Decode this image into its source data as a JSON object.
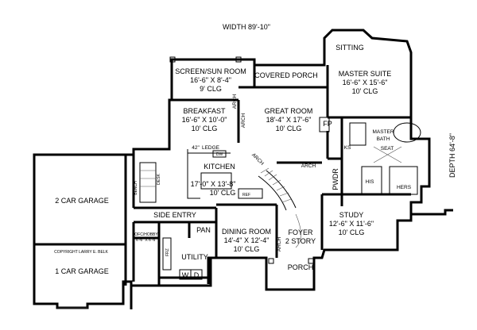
{
  "dimensions": {
    "width": "WIDTH  89'-10\"",
    "depth": "DEPTH  64'-8\""
  },
  "rooms": {
    "sitting": "SITTING",
    "master_suite": {
      "name": "MASTER SUITE",
      "size": "16'-6\" X 15'-6\"",
      "ceiling": "10' CLG"
    },
    "screen_sun": {
      "name": "SCREEN/SUN ROOM",
      "size": "16'-6\" X 8'-4\"",
      "ceiling": "9' CLG"
    },
    "covered_porch": "COVERED PORCH",
    "breakfast": {
      "name": "BREAKFAST",
      "size": "16'-6\" X 10'-0\"",
      "ceiling": "10' CLG"
    },
    "great_room": {
      "name": "GREAT ROOM",
      "size": "18'-4\" X 17'-6\"",
      "ceiling": "10' CLG"
    },
    "master_bath": {
      "name_line1": "MASTER",
      "name_line2": "BATH"
    },
    "kitchen": {
      "name": "KITCHEN",
      "size": "17'-0\" X 13'-8\"",
      "ceiling": "10' CLG"
    },
    "two_car_garage": "2 CAR GARAGE",
    "one_car_garage": "1 CAR GARAGE",
    "side_entry": "SIDE ENTRY",
    "dining": {
      "name": "DINING ROOM",
      "size": "14'-4\" X 12'-4\"",
      "ceiling": "10' CLG"
    },
    "foyer": {
      "name": "FOYER",
      "ceiling": "2 STORY"
    },
    "study": {
      "name": "STUDY",
      "size": "12'-6\" X 11'-6\"",
      "ceiling": "10' CLG"
    },
    "ofc_hobby": {
      "name": "OFC/HOBBY",
      "size": "6'-6\" X 6'-6\""
    },
    "utility": "UTILITY",
    "porch": "PORCH",
    "pan": "PAN",
    "pwdr": "PWDR"
  },
  "labels": {
    "arch_great": "ARCH",
    "arch_breakfast": "ARCH",
    "arch_upper": "ARCH",
    "arch_dining": "ARCH",
    "arch_foyer": "ARCH",
    "fp": "FP",
    "ks": "KS",
    "seat": "SEAT",
    "his": "HIS",
    "hers": "HERS",
    "ledge_num": "42\"",
    "ledge": "LEDGE",
    "dw": "DW",
    "ref": "REF",
    "desk": "DESK",
    "bench": "BENCH",
    "frz": "FRZ",
    "w": "W",
    "d": "D",
    "copyright": "COPYRIGHT LARRY E. BELK"
  }
}
